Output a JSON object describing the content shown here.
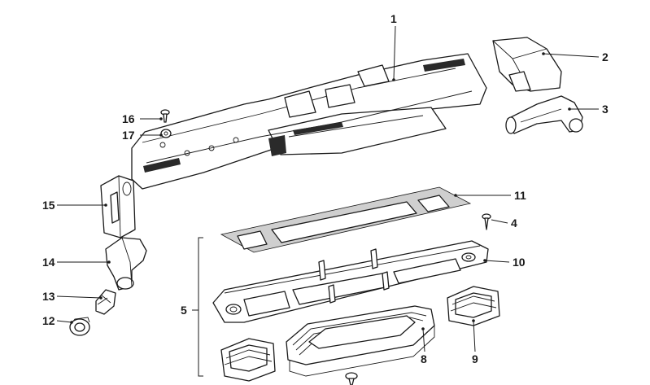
{
  "callouts": [
    {
      "id": "1",
      "text": "1"
    },
    {
      "id": "2",
      "text": "2"
    },
    {
      "id": "3",
      "text": "3"
    },
    {
      "id": "4",
      "text": "4"
    },
    {
      "id": "5",
      "text": "5"
    },
    {
      "id": "8",
      "text": "8"
    },
    {
      "id": "9",
      "text": "9"
    },
    {
      "id": "10",
      "text": "10"
    },
    {
      "id": "11",
      "text": "11"
    },
    {
      "id": "12",
      "text": "12"
    },
    {
      "id": "13",
      "text": "13"
    },
    {
      "id": "14",
      "text": "14"
    },
    {
      "id": "15",
      "text": "15"
    },
    {
      "id": "16",
      "text": "16"
    },
    {
      "id": "17",
      "text": "17"
    }
  ]
}
